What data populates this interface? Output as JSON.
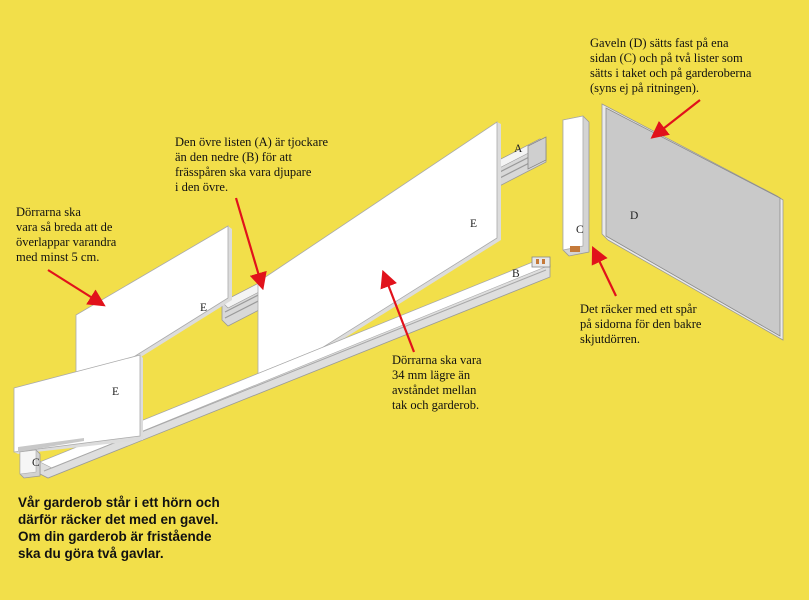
{
  "colors": {
    "background": "#f2df4a",
    "arrow": "#e1121b",
    "panel": "#ffffff",
    "gable": "#c9c9c9"
  },
  "notes": {
    "gable": "Gaveln (D) sätts fast på ena\nsidan (C) och på två lister som\nsätts i taket och på garderoberna\n(syns ej på ritningen).",
    "upper_rail": "Den övre listen (A) är tjockare\nän den nedre (B) för att\nfrässpåren ska vara djupare\ni den övre.",
    "doors_overlap": "Dörrarna ska\nvara så breda att de\növerlappar varandra\nmed minst 5 cm.",
    "doors_height": "Dörrarna ska vara\n34 mm lägre än\navståndet mellan\ntak och garderob.",
    "groove": "Det räcker med ett spår\npå sidorna för den bakre\nskjutdörren.",
    "footer": "Vår garderob står i ett hörn och\ndärför räcker det med en gavel.\nOm din garderob är fristående\nska du göra två gavlar."
  },
  "labels": {
    "a": "A",
    "b": "B",
    "c_right": "C",
    "c_left": "C",
    "d": "D",
    "e_big": "E",
    "e_mid": "E",
    "e_small": "E"
  }
}
